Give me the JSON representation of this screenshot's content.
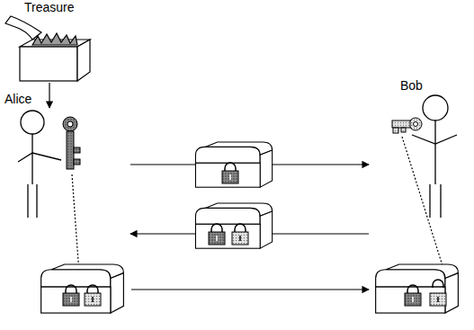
{
  "diagram": {
    "nodes": [
      {
        "text": [
          "Treasure"
        ]
      },
      {
        "text": [
          "Alice"
        ]
      },
      {
        "text": [
          "Bob"
        ]
      }
    ],
    "edges": [
      {
        "from": 0,
        "to": 1,
        "arrow": "to"
      },
      {
        "from": 1,
        "to": 2,
        "arrow": "to"
      },
      {
        "from": 2,
        "to": 1,
        "arrow": "to"
      }
    ]
  }
}
